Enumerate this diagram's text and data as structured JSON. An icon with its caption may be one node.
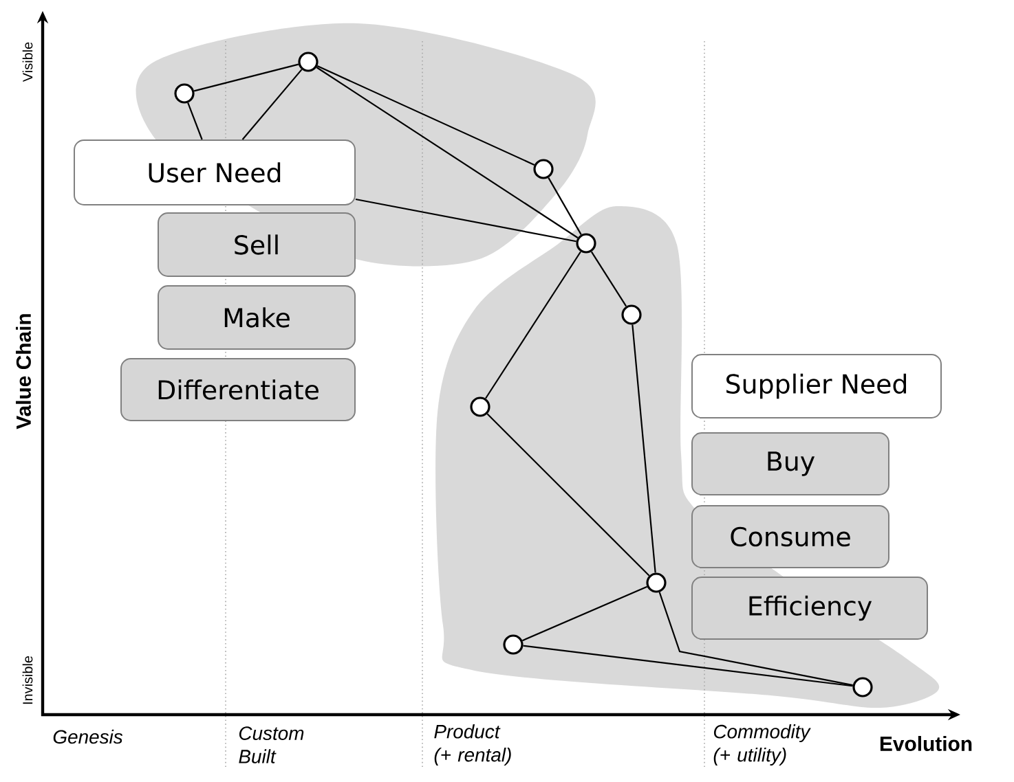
{
  "diagram": {
    "nodes": [
      {
        "text": [],
        "shape": "circle"
      },
      {
        "text": [],
        "shape": "circle"
      },
      {
        "text": [
          "User Need"
        ]
      },
      {
        "text": [],
        "shape": "circle"
      },
      {
        "text": [
          "Sell"
        ]
      },
      {
        "text": [],
        "shape": "circle"
      },
      {
        "text": [
          "Make"
        ]
      },
      {
        "text": [],
        "shape": "circle"
      },
      {
        "text": [
          "Supplier Need"
        ]
      },
      {
        "text": [
          "Differentiate"
        ]
      },
      {
        "text": [],
        "shape": "circle"
      },
      {
        "text": [
          "Buy"
        ]
      },
      {
        "text": [
          "Consume"
        ]
      },
      {
        "text": [
          "Efficiency"
        ]
      },
      {
        "text": [],
        "shape": "circle"
      },
      {
        "text": [],
        "shape": "circle"
      },
      {
        "text": [],
        "shape": "circle"
      }
    ],
    "edges": [
      {
        "from": 1,
        "to": 0,
        "arrow": "none"
      },
      {
        "from": 1,
        "to": 2,
        "arrow": "none"
      },
      {
        "from": 0,
        "to": 2,
        "arrow": "none"
      },
      {
        "from": 0,
        "to": 3,
        "arrow": "none"
      },
      {
        "from": 0,
        "to": 5,
        "arrow": "none"
      },
      {
        "from": 3,
        "to": 5,
        "arrow": "none"
      },
      {
        "from": 2,
        "to": 5,
        "arrow": "none"
      },
      {
        "from": 5,
        "to": 7,
        "arrow": "none"
      },
      {
        "from": 5,
        "to": 10,
        "arrow": "none"
      },
      {
        "from": 7,
        "to": 14,
        "arrow": "none"
      },
      {
        "from": 10,
        "to": 14,
        "arrow": "none"
      },
      {
        "from": 14,
        "to": 15,
        "arrow": "none"
      },
      {
        "from": 15,
        "to": 16,
        "arrow": "none"
      },
      {
        "from": 14,
        "to": 16,
        "arrow": "none"
      }
    ],
    "labels": [
      "Visible",
      "Value Chain",
      "Invisible",
      "Genesis",
      "Custom Built",
      "Product (+ rental)",
      "Commodity (+ utility)",
      "Evolution"
    ]
  }
}
